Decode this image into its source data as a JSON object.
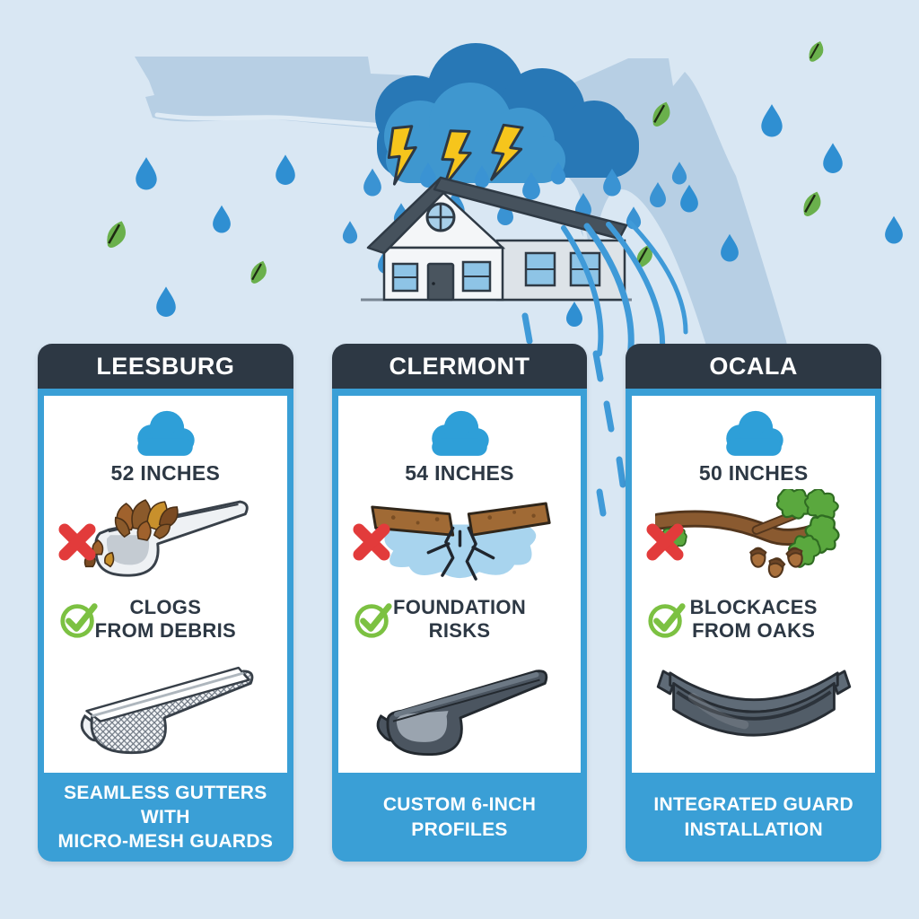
{
  "scene": {
    "map_icon": "florida-map",
    "weather_icon": "storm-cloud-with-lightning-icon",
    "house_icon": "house-overflowing-gutter-icon",
    "raindrop_icon": "raindrop-icon",
    "leaf_icon": "leaf-icon"
  },
  "colors": {
    "background": "#d9e7f3",
    "map": "#b7cfe4",
    "header_navy": "#2d3844",
    "accent_blue": "#3a9fd6",
    "cloud_blue": "#2e9fd8",
    "storm_dark": "#2878b6",
    "storm_light": "#3f97cf",
    "raindrop": "#2f8fd2",
    "lightning": "#f6c51c",
    "cross_red": "#e23b3b",
    "check_green": "#7cc142",
    "leaf_green": "#6ab04c"
  },
  "cards": [
    {
      "city": "LEESBURG",
      "rainfall_label": "52 INCHES",
      "rainfall_inches": 52,
      "rain_icon": "rain-cloud-icon",
      "problem_marker_icon": "cross-icon",
      "solution_marker_icon": "check-circle-icon",
      "problem_icon": "clogged-gutter-with-leaves-icon",
      "problem_line1": "CLOGS",
      "problem_line2": "FROM DEBRIS",
      "solution_icon": "micro-mesh-gutter-icon",
      "solution_line1": "SEAMLESS GUTTERS WITH",
      "solution_line2": "MICRO-MESH GUARDS"
    },
    {
      "city": "CLERMONT",
      "rainfall_label": "54 INCHES",
      "rainfall_inches": 54,
      "rain_icon": "rain-cloud-icon",
      "problem_marker_icon": "cross-icon",
      "solution_marker_icon": "check-circle-icon",
      "problem_icon": "cracked-foundation-water-icon",
      "problem_line1": "FOUNDATION",
      "problem_line2": "RISKS",
      "solution_icon": "six-inch-gutter-profile-icon",
      "solution_line1": "CUSTOM 6-INCH",
      "solution_line2": "PROFILES"
    },
    {
      "city": "OCALA",
      "rainfall_label": "50 INCHES",
      "rainfall_inches": 50,
      "rain_icon": "rain-cloud-icon",
      "problem_marker_icon": "cross-icon",
      "solution_marker_icon": "check-circle-icon",
      "problem_icon": "oak-branch-acorns-icon",
      "problem_line1": "BLOCKACES",
      "problem_line2": "FROM OAKS",
      "solution_icon": "integrated-gutter-guard-icon",
      "solution_line1": "INTEGRATED GUARD",
      "solution_line2": "INSTALLATION"
    }
  ]
}
